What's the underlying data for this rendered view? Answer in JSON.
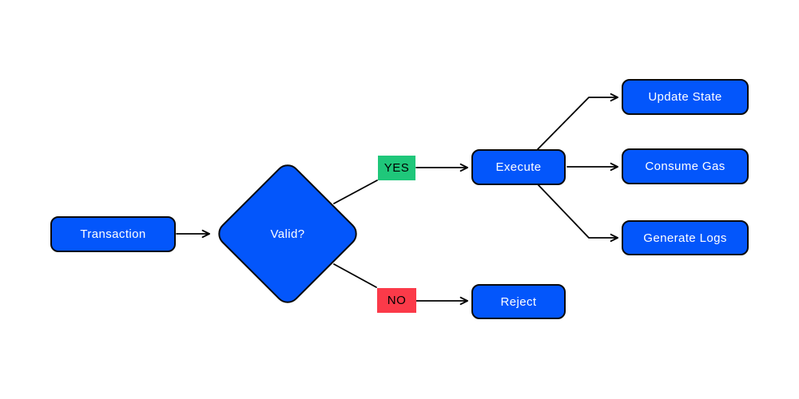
{
  "diagram": {
    "type": "flowchart",
    "colors": {
      "background": "#ffffff",
      "node_fill": "#0356fb",
      "node_border": "#0a0a0a",
      "node_text": "#ffffff",
      "yes_badge": "#1fc77a",
      "no_badge": "#fb3a49",
      "badge_text": "#000000",
      "connector": "#000000"
    },
    "nodes": {
      "transaction": {
        "label": "Transaction",
        "shape": "rounded-rect"
      },
      "valid": {
        "label": "Valid?",
        "shape": "diamond"
      },
      "execute": {
        "label": "Execute",
        "shape": "rounded-rect"
      },
      "reject": {
        "label": "Reject",
        "shape": "rounded-rect"
      },
      "update_state": {
        "label": "Update State",
        "shape": "rounded-rect"
      },
      "consume_gas": {
        "label": "Consume Gas",
        "shape": "rounded-rect"
      },
      "generate_logs": {
        "label": "Generate Logs",
        "shape": "rounded-rect"
      }
    },
    "edges": [
      {
        "from": "Transaction",
        "to": "Valid?",
        "label": ""
      },
      {
        "from": "Valid?",
        "to": "Execute",
        "label": "YES"
      },
      {
        "from": "Valid?",
        "to": "Reject",
        "label": "NO"
      },
      {
        "from": "Execute",
        "to": "Update State",
        "label": ""
      },
      {
        "from": "Execute",
        "to": "Consume Gas",
        "label": ""
      },
      {
        "from": "Execute",
        "to": "Generate Logs",
        "label": ""
      }
    ]
  }
}
